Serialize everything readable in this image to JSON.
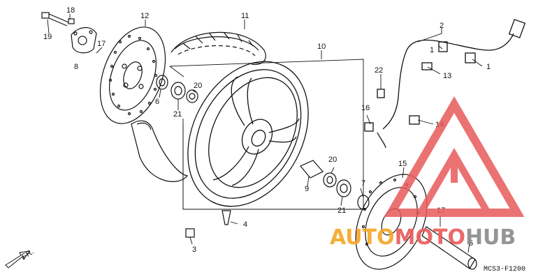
{
  "diagram": {
    "code": "MCS3-F1200",
    "direction_label": "FR.",
    "labels": [
      {
        "id": "p1",
        "text": "1"
      },
      {
        "id": "p1b",
        "text": "1"
      },
      {
        "id": "p2",
        "text": "2"
      },
      {
        "id": "p3",
        "text": "3"
      },
      {
        "id": "p4",
        "text": "4"
      },
      {
        "id": "p5",
        "text": "5"
      },
      {
        "id": "p6",
        "text": "6"
      },
      {
        "id": "p7",
        "text": "7"
      },
      {
        "id": "p8",
        "text": "8"
      },
      {
        "id": "p9",
        "text": "9"
      },
      {
        "id": "p10",
        "text": "10"
      },
      {
        "id": "p11",
        "text": "11"
      },
      {
        "id": "p12",
        "text": "12"
      },
      {
        "id": "p13",
        "text": "13"
      },
      {
        "id": "p14",
        "text": "14"
      },
      {
        "id": "p15",
        "text": "15"
      },
      {
        "id": "p16",
        "text": "16"
      },
      {
        "id": "p17a",
        "text": "17"
      },
      {
        "id": "p17b",
        "text": "17"
      },
      {
        "id": "p18",
        "text": "18"
      },
      {
        "id": "p19",
        "text": "19"
      },
      {
        "id": "p20a",
        "text": "20"
      },
      {
        "id": "p20b",
        "text": "20"
      },
      {
        "id": "p21a",
        "text": "21"
      },
      {
        "id": "p21b",
        "text": "21"
      },
      {
        "id": "p22",
        "text": "22"
      }
    ]
  },
  "watermark": {
    "text": "AUTOMOTOHUB",
    "colors": {
      "red": "#e85a5a",
      "orange": "#f5a623",
      "gray": "#8a8a8a"
    }
  }
}
